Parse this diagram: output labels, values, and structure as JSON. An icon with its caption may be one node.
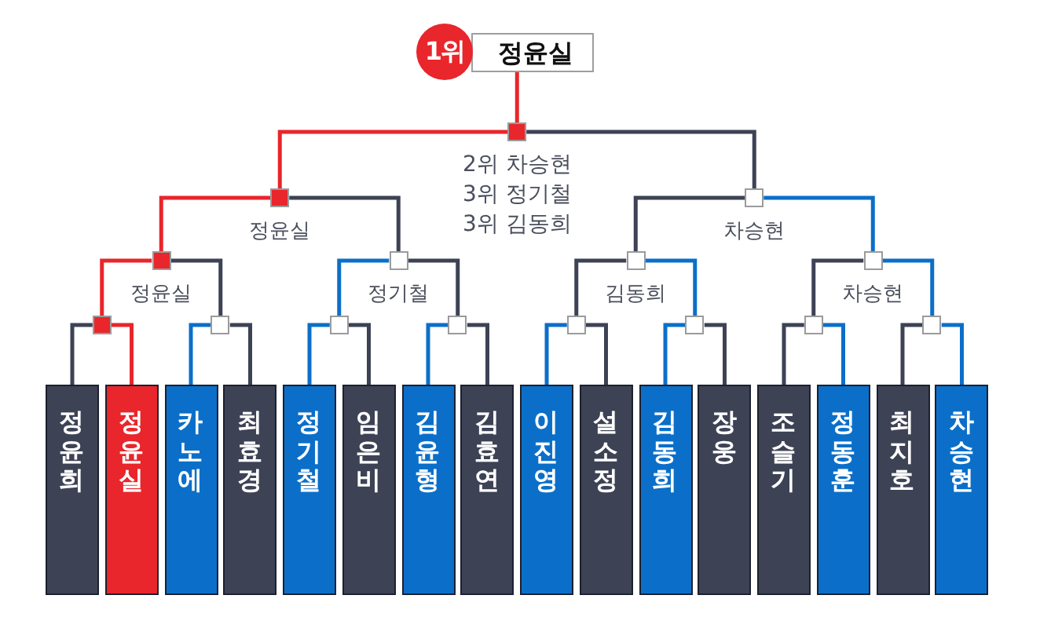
{
  "diagram": {
    "nodes": [
      {
        "text": [
          "1위",
          "정윤실"
        ]
      },
      {
        "text": [],
        "shape": "box",
        "beside": [
          "2위 차승현",
          "3위 정기철",
          "3위 김동희"
        ]
      },
      {
        "text": [],
        "shape": "box",
        "beside": [
          "정윤실"
        ]
      },
      {
        "text": [],
        "shape": "box",
        "beside": [
          "차승현"
        ]
      },
      {
        "text": [],
        "shape": "box",
        "beside": [
          "정윤실"
        ]
      },
      {
        "text": [],
        "shape": "box",
        "beside": [
          "정기철"
        ]
      },
      {
        "text": [],
        "shape": "box",
        "beside": [
          "김동희"
        ]
      },
      {
        "text": [],
        "shape": "box",
        "beside": [
          "차승현"
        ]
      },
      {
        "text": [],
        "shape": "box"
      },
      {
        "text": [],
        "shape": "box"
      },
      {
        "text": [],
        "shape": "box"
      },
      {
        "text": [],
        "shape": "box"
      },
      {
        "text": [],
        "shape": "box"
      },
      {
        "text": [],
        "shape": "box"
      },
      {
        "text": [],
        "shape": "box"
      },
      {
        "text": [],
        "shape": "box"
      },
      {
        "text": [
          "정윤희"
        ]
      },
      {
        "text": [
          "정윤실"
        ]
      },
      {
        "text": [
          "카노에"
        ]
      },
      {
        "text": [
          "최효경"
        ]
      },
      {
        "text": [
          "정기철"
        ]
      },
      {
        "text": [
          "임은비"
        ]
      },
      {
        "text": [
          "김윤형"
        ]
      },
      {
        "text": [
          "김효연"
        ]
      },
      {
        "text": [
          "이진영"
        ]
      },
      {
        "text": [
          "설소정"
        ]
      },
      {
        "text": [
          "김동희"
        ]
      },
      {
        "text": [
          "장웅"
        ]
      },
      {
        "text": [
          "조슬기"
        ]
      },
      {
        "text": [
          "정동훈"
        ]
      },
      {
        "text": [
          "최지호"
        ]
      },
      {
        "text": [
          "차승현"
        ]
      }
    ],
    "edges": [
      {
        "from": 0,
        "to": 1,
        "arrow": "none",
        "color": "#e8262b"
      },
      {
        "from": 1,
        "to": 2,
        "arrow": "none",
        "color": "#e8262b"
      },
      {
        "from": 1,
        "to": 3,
        "arrow": "none"
      },
      {
        "from": 2,
        "to": 4,
        "arrow": "none",
        "color": "#e8262b"
      },
      {
        "from": 2,
        "to": 5,
        "arrow": "none"
      },
      {
        "from": 3,
        "to": 6,
        "arrow": "none"
      },
      {
        "from": 3,
        "to": 7,
        "arrow": "none",
        "color": "#0b6fc9"
      },
      {
        "from": 4,
        "to": 8,
        "arrow": "none",
        "color": "#e8262b"
      },
      {
        "from": 4,
        "to": 9,
        "arrow": "none"
      },
      {
        "from": 5,
        "to": 10,
        "arrow": "none",
        "color": "#0b6fc9"
      },
      {
        "from": 5,
        "to": 11,
        "arrow": "none"
      },
      {
        "from": 6,
        "to": 12,
        "arrow": "none"
      },
      {
        "from": 6,
        "to": 13,
        "arrow": "none",
        "color": "#0b6fc9"
      },
      {
        "from": 7,
        "to": 14,
        "arrow": "none"
      },
      {
        "from": 7,
        "to": 15,
        "arrow": "none",
        "color": "#0b6fc9"
      },
      {
        "from": 8,
        "to": 16,
        "arrow": "none"
      },
      {
        "from": 8,
        "to": 17,
        "arrow": "none",
        "color": "#e8262b"
      },
      {
        "from": 9,
        "to": 18,
        "arrow": "none",
        "color": "#0b6fc9"
      },
      {
        "from": 9,
        "to": 19,
        "arrow": "none"
      },
      {
        "from": 10,
        "to": 20,
        "arrow": "none",
        "color": "#0b6fc9"
      },
      {
        "from": 10,
        "to": 21,
        "arrow": "none"
      },
      {
        "from": 11,
        "to": 22,
        "arrow": "none",
        "color": "#0b6fc9"
      },
      {
        "from": 11,
        "to": 23,
        "arrow": "none"
      },
      {
        "from": 12,
        "to": 24,
        "arrow": "none",
        "color": "#0b6fc9"
      },
      {
        "from": 12,
        "to": 25,
        "arrow": "none"
      },
      {
        "from": 13,
        "to": 26,
        "arrow": "none",
        "color": "#0b6fc9"
      },
      {
        "from": 13,
        "to": 27,
        "arrow": "none"
      },
      {
        "from": 14,
        "to": 28,
        "arrow": "none"
      },
      {
        "from": 14,
        "to": 29,
        "arrow": "none",
        "color": "#0b6fc9"
      },
      {
        "from": 15,
        "to": 30,
        "arrow": "none"
      },
      {
        "from": 15,
        "to": 31,
        "arrow": "none",
        "color": "#0b6fc9"
      }
    ]
  }
}
